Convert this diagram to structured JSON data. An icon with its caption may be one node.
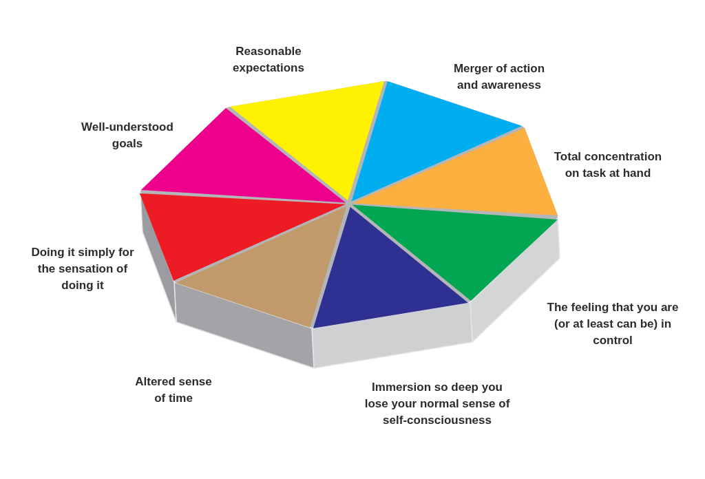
{
  "diagram": {
    "nodes": [
      {
        "text": [],
        "shape": "triangle",
        "beside": [
          "Reasonable expectations"
        ]
      },
      {
        "text": [],
        "shape": "triangle",
        "beside": [
          "Merger of action and awareness"
        ]
      },
      {
        "text": [],
        "shape": "triangle",
        "beside": [
          "Total concentration on task at hand"
        ]
      },
      {
        "text": [],
        "shape": "triangle",
        "beside": [
          "The feeling that you are (or at least can be) in control"
        ]
      },
      {
        "text": [],
        "shape": "triangle",
        "beside": [
          "Immersion so deep you lose your normal sense of self-consciousness"
        ]
      },
      {
        "text": [],
        "shape": "triangle",
        "beside": [
          "Altered sense of time"
        ]
      },
      {
        "text": [],
        "shape": "triangle",
        "beside": [
          "Doing it simply for the sensation of doing it"
        ]
      },
      {
        "text": [],
        "shape": "triangle",
        "beside": [
          "Well-understood goals"
        ]
      }
    ]
  }
}
